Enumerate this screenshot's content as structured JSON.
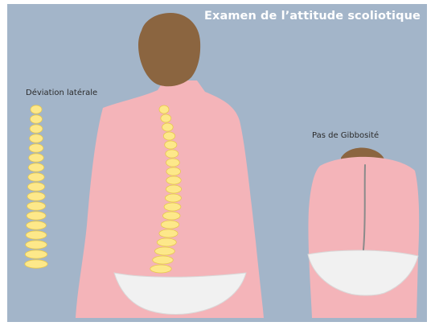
{
  "title": "Examen de l’attitude scoliotique",
  "labels": {
    "lateral_deviation": "Déviation latérale",
    "no_hump": "Pas de Gibbosité"
  },
  "colors": {
    "background": "#a3b5c9",
    "frame": "#ffffff",
    "skin": "#f4b4b9",
    "hair": "#8b6540",
    "underwear": "#f1f1f1",
    "vertebra": "#fde88a",
    "vertebra_outline": "#e7c84c",
    "spine_line": "#8a8a8a"
  }
}
